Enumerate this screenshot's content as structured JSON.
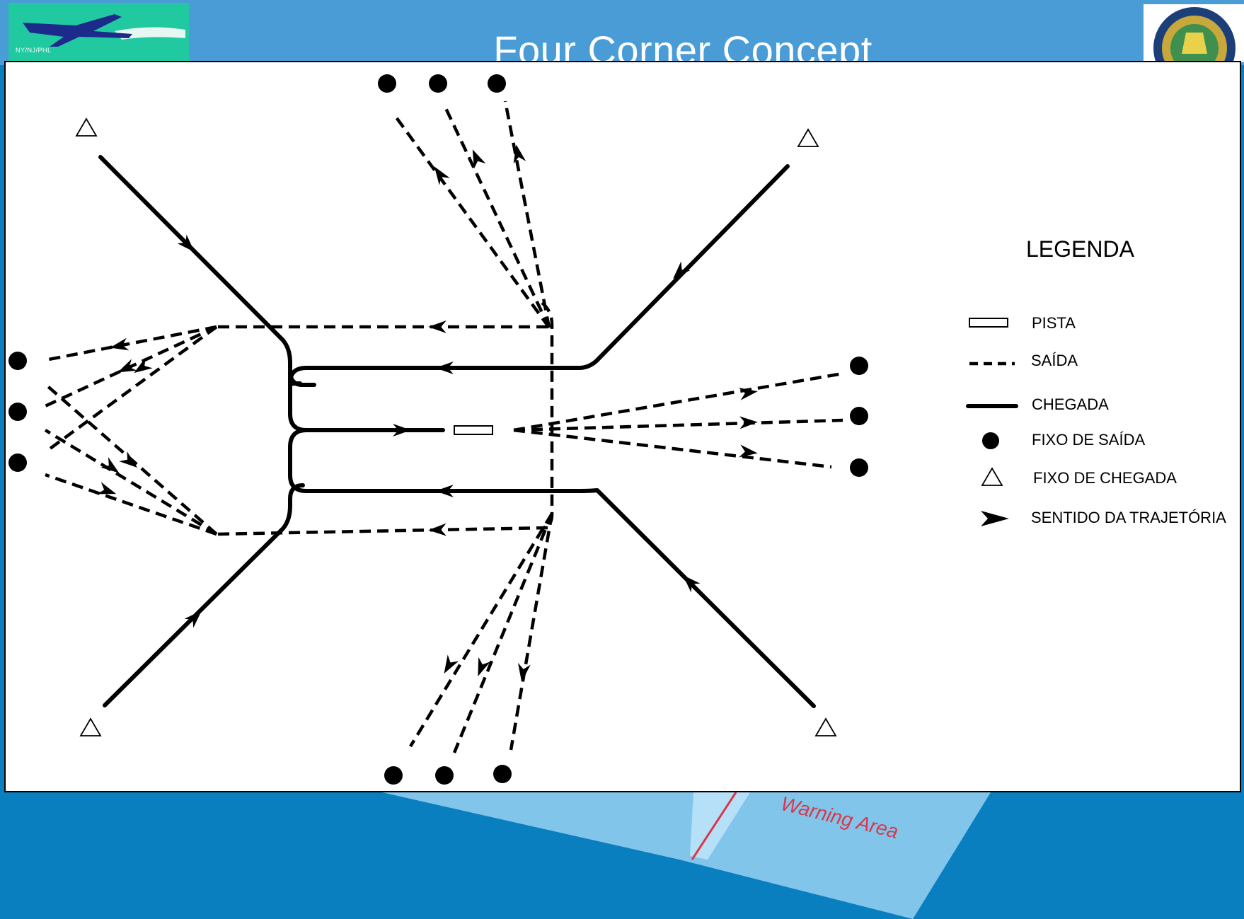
{
  "slide": {
    "title": "Four Corner Concept",
    "left_logo_text": "NY/NJ/PHL",
    "background_label": "Warning Area",
    "colors": {
      "header_blue": "#4a9cd6",
      "bottom_blue": "#0a7fc0",
      "logo_green": "#20c9a0",
      "plane_navy": "#1c2a8c",
      "warning_red": "#d8394a"
    }
  },
  "diagram": {
    "legend": {
      "title": "LEGENDA",
      "items": [
        {
          "label": "PISTA",
          "symbol": "runway-rectangle"
        },
        {
          "label": "SAÍDA",
          "symbol": "dashed-line"
        },
        {
          "label": "CHEGADA",
          "symbol": "solid-line"
        },
        {
          "label": "FIXO DE SAÍDA",
          "symbol": "filled-circle"
        },
        {
          "label": "FIXO DE CHEGADA",
          "symbol": "triangle-outline"
        },
        {
          "label": "SENTIDO DA TRAJETÓRIA",
          "symbol": "arrowhead"
        }
      ]
    }
  }
}
